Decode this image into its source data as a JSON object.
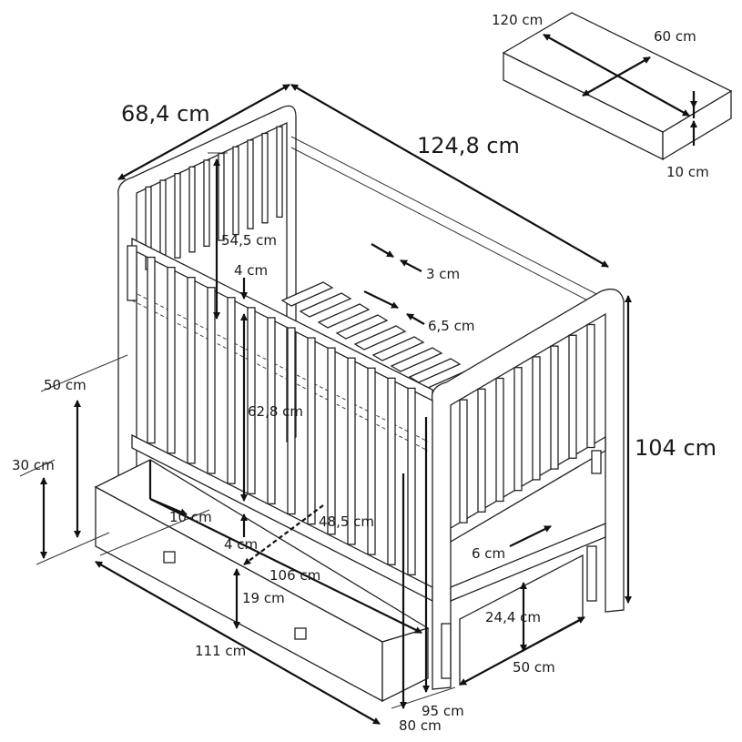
{
  "mattress": {
    "length": "120 cm",
    "width": "60 cm",
    "height": "10 cm"
  },
  "crib": {
    "depth": "68,4 cm",
    "length": "124,8 cm",
    "total_height": "104 cm",
    "headboard_height": "54,5 cm",
    "rail_top_gap": "4 cm",
    "slat_width": "3 cm",
    "slat_gap": "6,5 cm",
    "level_high": "50 cm",
    "level_low": "30 cm",
    "inner_height": "62,8 cm",
    "side_offset": "10 cm",
    "inner_depth": "48,5 cm",
    "rail_bottom_gap": "4 cm",
    "inner_length": "106 cm",
    "drawer_height": "19 cm",
    "drawer_length": "111 cm",
    "foot_slat_gap": "6 cm",
    "under_height": "24,4 cm",
    "under_depth": "50 cm",
    "height_95": "95 cm",
    "height_80": "80 cm"
  }
}
